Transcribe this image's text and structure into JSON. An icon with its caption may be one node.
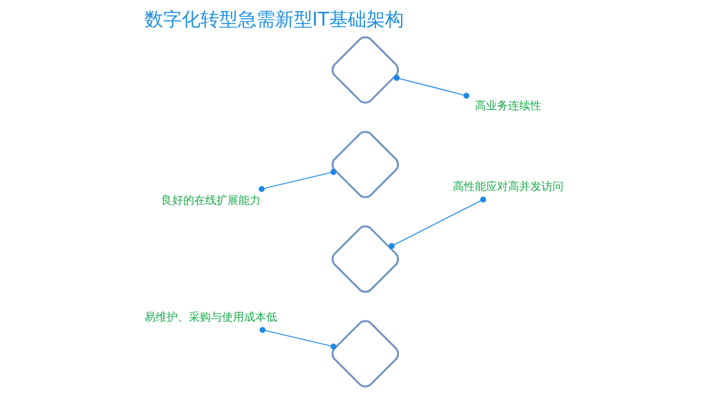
{
  "diagram": {
    "title": "数字化转型急需新型IT基础架构",
    "nodes": [
      {
        "text": [],
        "shape": "diamond"
      },
      {
        "text": [
          "高业务连续性"
        ]
      },
      {
        "text": [
          "良好的在线扩展能力"
        ]
      },
      {
        "text": [],
        "shape": "diamond"
      },
      {
        "text": [],
        "shape": "diamond"
      },
      {
        "text": [],
        "shape": "diamond"
      },
      {
        "text": [
          "高性能应对高并发访问"
        ]
      },
      {
        "text": [
          "易维护、采购与使用成本低"
        ]
      }
    ],
    "edges": [
      {
        "from": 1,
        "to": 0,
        "arrow": "other"
      },
      {
        "from": 2,
        "to": 3,
        "arrow": "other"
      },
      {
        "from": 6,
        "to": 4,
        "arrow": "other"
      },
      {
        "from": 7,
        "to": 5,
        "arrow": "other"
      }
    ]
  }
}
